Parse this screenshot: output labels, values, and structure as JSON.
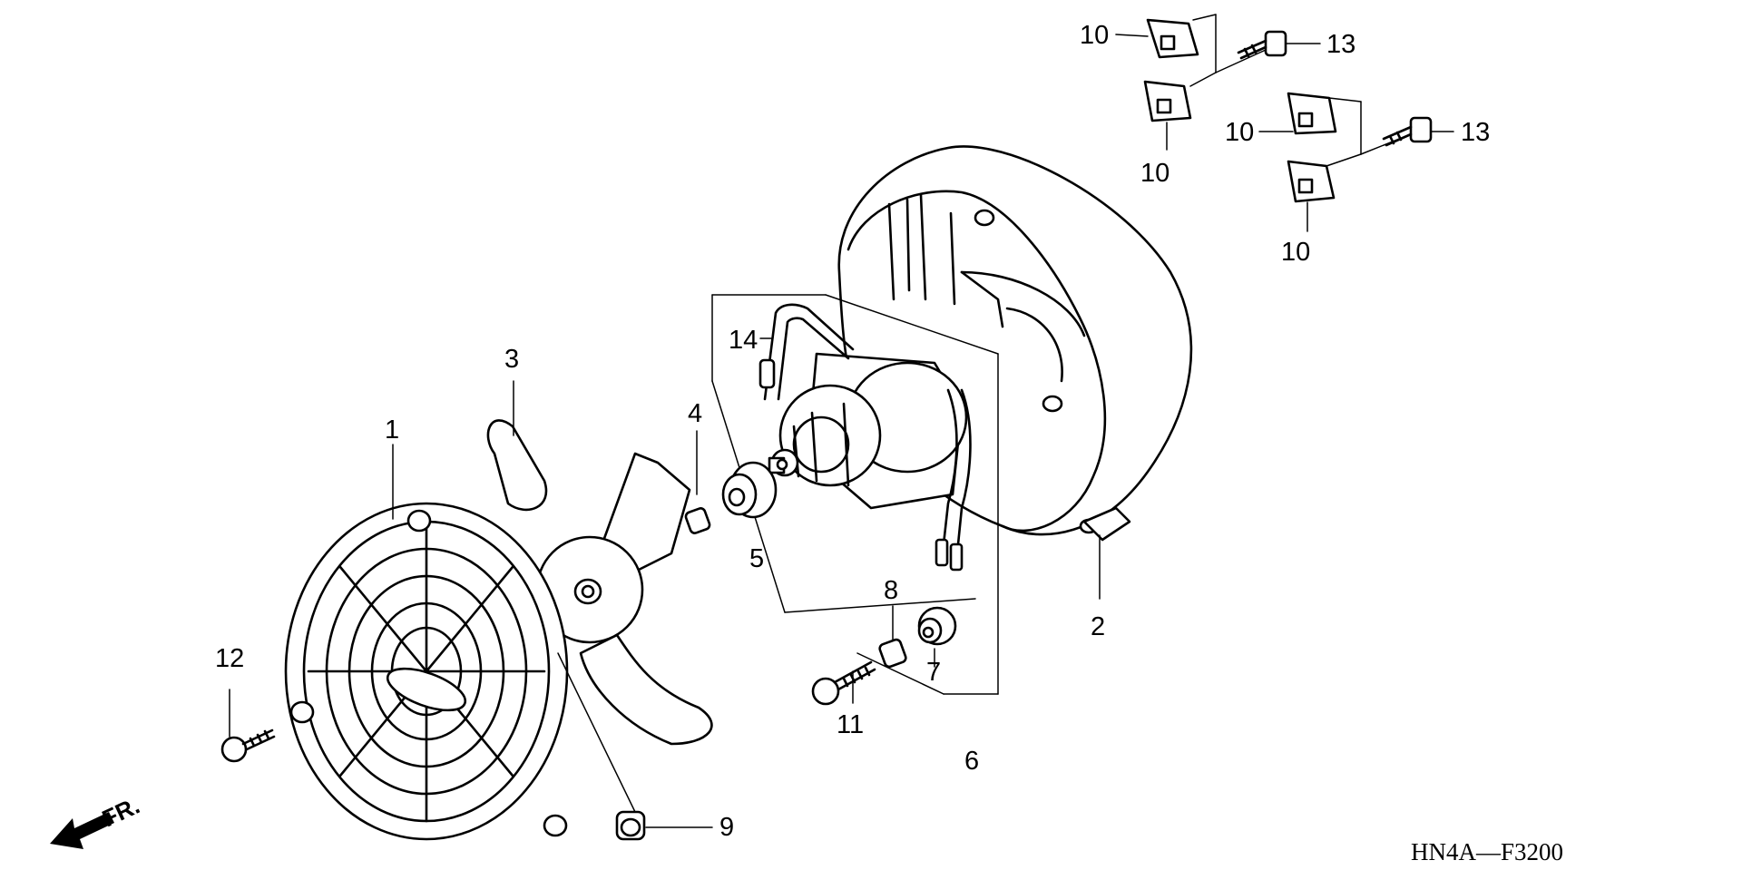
{
  "diagram": {
    "code": "HN4A—F3200",
    "direction_label": "FR.",
    "callouts": {
      "c1": "1",
      "c2": "2",
      "c3": "3",
      "c4": "4",
      "c5": "5",
      "c6": "6",
      "c7": "7",
      "c8": "8",
      "c9": "9",
      "c10a": "10",
      "c10b": "10",
      "c10c": "10",
      "c10d": "10",
      "c11": "11",
      "c12": "12",
      "c13a": "13",
      "c13b": "13",
      "c14": "14"
    }
  }
}
